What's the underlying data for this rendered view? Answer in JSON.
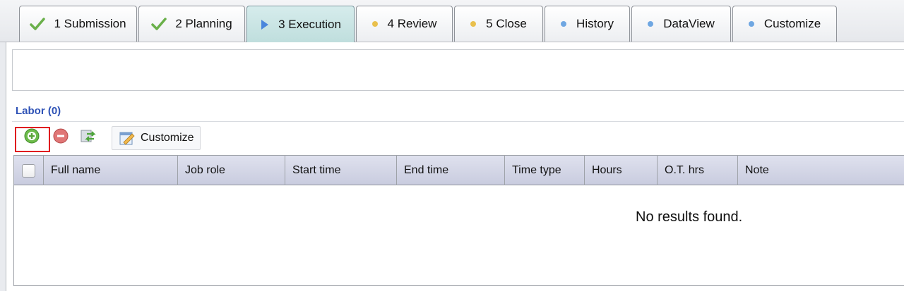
{
  "tabs": [
    {
      "label": "1 Submission",
      "icon": "checkmark-icon",
      "status_color": "#5aa33a"
    },
    {
      "label": "2 Planning",
      "icon": "checkmark-icon",
      "status_color": "#5aa33a"
    },
    {
      "label": "3 Execution",
      "icon": "play-triangle-icon",
      "status_color": "#3f7fd6",
      "active": true
    },
    {
      "label": "4 Review",
      "icon": "dot-icon",
      "status_color": "#e9c04d"
    },
    {
      "label": "5 Close",
      "icon": "dot-icon",
      "status_color": "#e9c04d"
    },
    {
      "label": "History",
      "icon": "dot-icon",
      "status_color": "#6fa7e2"
    },
    {
      "label": "DataView",
      "icon": "dot-icon",
      "status_color": "#6fa7e2"
    },
    {
      "label": "Customize",
      "icon": "dot-icon",
      "status_color": "#6fa7e2"
    }
  ],
  "section": {
    "title": "Labor (0)"
  },
  "toolbar": {
    "add_icon": "add-circle-icon",
    "remove_icon": "remove-circle-icon",
    "refresh_icon": "refresh-icon",
    "customize_label": "Customize",
    "customize_icon": "edit-form-icon"
  },
  "grid": {
    "columns": [
      "Full name",
      "Job role",
      "Start time",
      "End time",
      "Time type",
      "Hours",
      "O.T. hrs",
      "Note"
    ],
    "empty_message": "No results found."
  },
  "colors": {
    "active_tab": "#c9e4e3",
    "section_title": "#2e52b6",
    "highlight": "#e0181f"
  }
}
